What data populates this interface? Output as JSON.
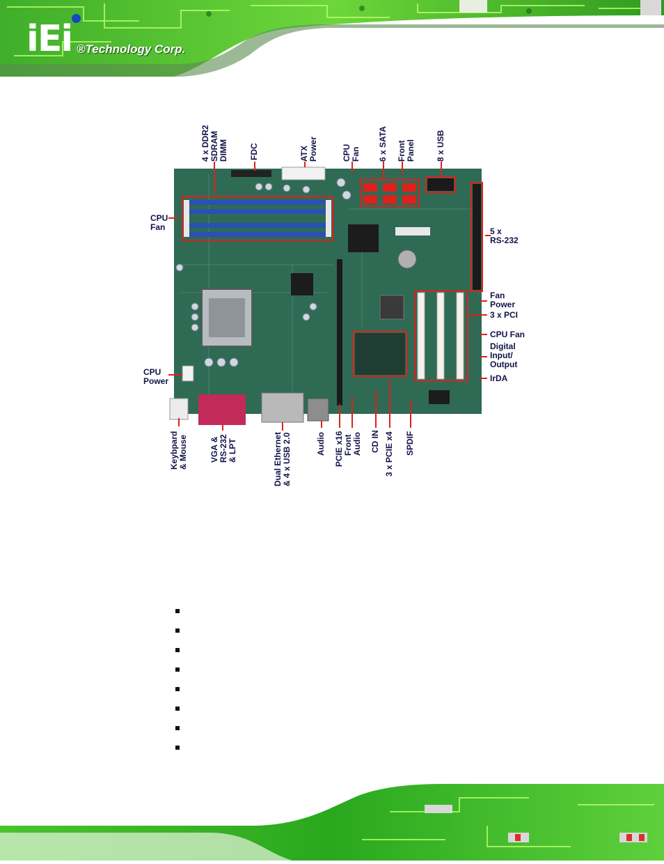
{
  "brand": {
    "logo_mark": "iEi",
    "logo_text": "®Technology Corp."
  },
  "figure": {
    "callouts": {
      "ddr2": [
        "4 x DDR2",
        "SDRAM",
        "DIMM"
      ],
      "fdc": "FDC",
      "atx_power": [
        "ATX",
        "Power"
      ],
      "cpu_fan_top": [
        "CPU",
        "Fan"
      ],
      "sata": "6 x SATA",
      "front_panel": [
        "Front",
        "Panel"
      ],
      "usb": "8 x USB",
      "cpu_fan_left": [
        "CPU",
        "Fan"
      ],
      "rs232": [
        "5 x",
        "RS-232"
      ],
      "fan_power": [
        "Fan",
        "Power"
      ],
      "pci": "3 x PCI",
      "cpu_fan_right": "CPU Fan",
      "dio": [
        "Digital",
        "Input/",
        "Output"
      ],
      "irda": "IrDA",
      "cpu_power": [
        "CPU",
        "Power"
      ],
      "keyboard": [
        "Keybpard",
        "& Mouse"
      ],
      "vga": [
        "VGA &",
        "RS-232",
        "& LPT"
      ],
      "ethernet": [
        "Dual Ethernet",
        "& 4 x USB 2.0"
      ],
      "audio": "Audio",
      "pcie16": "PCIE x16",
      "front_audio": [
        "Front",
        "Audio"
      ],
      "cd_in": "CD IN",
      "pcie4": "3 x PCIE x4",
      "spdif": "SPDIF"
    }
  },
  "bullet_list": {
    "count": 8
  },
  "colors": {
    "header_green": "#2fbf25",
    "highlight_red": "#e0201a",
    "pcb_green": "#2f6a55",
    "label_navy": "#12124a"
  }
}
